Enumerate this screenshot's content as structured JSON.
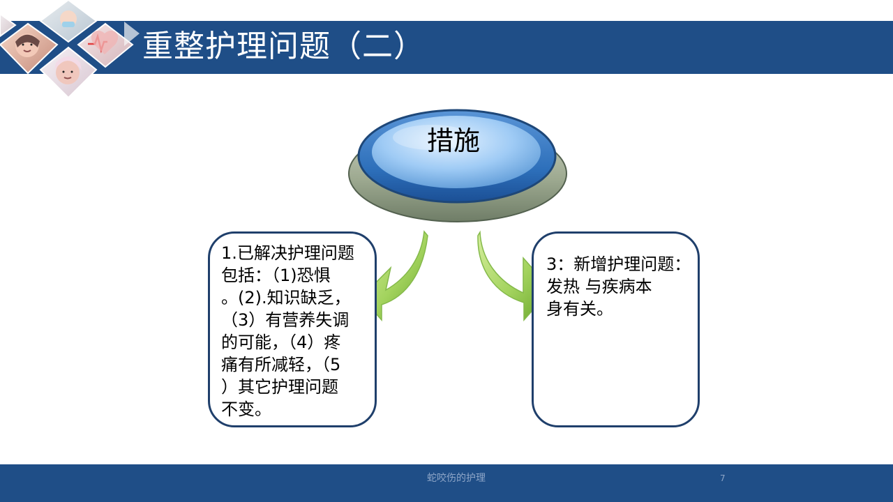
{
  "slide": {
    "title": "重整护理问题（二）",
    "center_label": "措施",
    "left_box_text": "1.已解决护理问题\n包括：（1)恐惧\n。(2).知识缺乏，\n（3）有营养失调\n的可能，（4）疼\n痛有所减轻，（5\n）其它护理问题\n不变。",
    "right_box_text": "3：新增护理问题：\n发热    与疾病本\n身有关。",
    "footer_text": "蛇咬伤的护理",
    "page_number": "7"
  },
  "colors": {
    "header_blue": "#1f4e87",
    "box_border": "#1f3f6b",
    "arrow_green": "#8cc63f",
    "button_blue": "#4f88c6",
    "button_base": "#8f9c84"
  },
  "icons": {
    "photo_cluster": "hospital-photo-cluster",
    "left_arrow": "curved-arrow-left",
    "right_arrow": "curved-arrow-right"
  }
}
